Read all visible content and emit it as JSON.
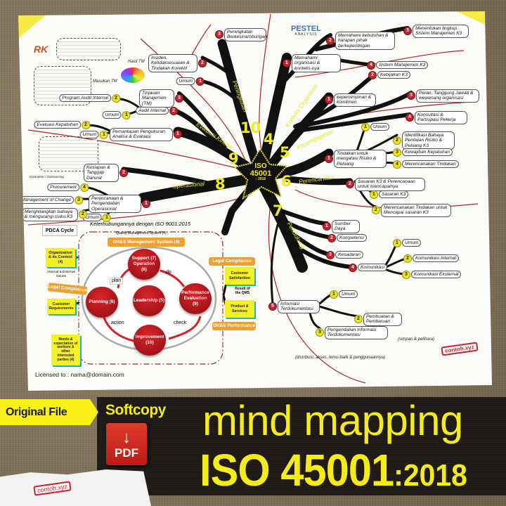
{
  "logo": "RK",
  "pestel": {
    "title": "PESTEL",
    "subtitle": "ANALYSIS"
  },
  "center": {
    "line1": "ISO",
    "line2": "45001",
    "line3": ": 2018"
  },
  "clauses": [
    {
      "num": "4",
      "label": "Konteks Organisasi"
    },
    {
      "num": "5",
      "label": "Kepemimpinan"
    },
    {
      "num": "6",
      "label": "Perencanaan"
    },
    {
      "num": "7",
      "label": "Pendukung"
    },
    {
      "num": "8",
      "label": "Operasional"
    },
    {
      "num": "9",
      "label": "Evaluasi Kinerja"
    },
    {
      "num": "10",
      "label": "Peningkatan"
    }
  ],
  "nodes": [
    {
      "num": "1",
      "text": "Memahami organisasi & konteks-nya",
      "badge": "red"
    },
    {
      "num": "2",
      "text": "Memahami kebutuhan & harapan pihak berkepentingan",
      "badge": "red"
    },
    {
      "num": "3",
      "text": "Menentukan lingkup Sistem Manajemen K3",
      "badge": "red"
    },
    {
      "num": "4",
      "text": "Sistem Manajemen K3",
      "badge": "red"
    },
    {
      "num": "1",
      "text": "kepemimpinan & komitmen",
      "badge": "red"
    },
    {
      "num": "2",
      "text": "Kebijakan K3",
      "badge": "red"
    },
    {
      "num": "3",
      "text": "Peran, Tanggung Jawab & wewenang organisasi",
      "badge": "red"
    },
    {
      "num": "4",
      "text": "Konsultasi & Partisipasi Pekerja",
      "badge": "red"
    },
    {
      "num": "1",
      "text": "Tindakan untuk mengatasi Risiko & Peluang",
      "badge": "red"
    },
    {
      "num": "1",
      "text": "Umum",
      "badge": "yellow"
    },
    {
      "num": "2",
      "text": "Identifikasi Bahaya Penilaian Risiko & Peluang K3",
      "badge": "yellow"
    },
    {
      "num": "3",
      "text": "Kewajiban Kepatuhan",
      "badge": "yellow"
    },
    {
      "num": "4",
      "text": "Merencanakan Tindakan",
      "badge": "yellow"
    },
    {
      "num": "2",
      "text": "Sasaran K3 & Perencanaan untuk mencapainya",
      "badge": "red"
    },
    {
      "num": "1",
      "text": "Sasaran K3",
      "badge": "yellow"
    },
    {
      "num": "2",
      "text": "Merencanakan Tindakan untuk Mencapai sasaran K3",
      "badge": "yellow"
    },
    {
      "num": "1",
      "text": "Sumber Daya",
      "badge": "red"
    },
    {
      "num": "2",
      "text": "Kompetensi",
      "badge": "red"
    },
    {
      "num": "3",
      "text": "Kesadaran",
      "badge": "red"
    },
    {
      "num": "4",
      "text": "Komunikasi",
      "badge": "red"
    },
    {
      "num": "1",
      "text": "Umum",
      "badge": "yellow"
    },
    {
      "num": "2",
      "text": "Komunikasi Internal",
      "badge": "yellow"
    },
    {
      "num": "3",
      "text": "Komunikasi Eksternal",
      "badge": "yellow"
    },
    {
      "num": "5",
      "text": "Informasi Terdokumentasi",
      "badge": "red"
    },
    {
      "num": "1",
      "text": "Umum",
      "badge": "yellow"
    },
    {
      "num": "2",
      "text": "Pembuatan & Pembaruan",
      "badge": "yellow"
    },
    {
      "num": "3",
      "text": "Pengendalian Informasi Terdokumentasi",
      "badge": "yellow"
    },
    {
      "num": "1",
      "text": "Umum",
      "badge": "red"
    },
    {
      "num": "2",
      "text": "Insiden, Ketidaksesuaian & Tindakan Korektif",
      "badge": "red"
    },
    {
      "num": "3",
      "text": "Peningkatan Berkesinambungan",
      "badge": "red"
    },
    {
      "num": "1",
      "text": "Pemantauan Pengukuran, Analisa & Evaluasi",
      "badge": "red"
    },
    {
      "num": "1",
      "text": "Umum",
      "badge": "yellow"
    },
    {
      "num": "2",
      "text": "Evaluasi Kepatuhan",
      "badge": "yellow"
    },
    {
      "num": "2",
      "text": "Audit Internal",
      "badge": "red"
    },
    {
      "num": "1",
      "text": "Umum",
      "badge": "yellow"
    },
    {
      "num": "2",
      "text": "Program Audit Internal",
      "badge": "yellow"
    },
    {
      "num": "3",
      "text": "Tinjauan Manajemen (TM)",
      "badge": "red"
    },
    {
      "num": "1",
      "text": "Perencanaan & Pengendalian Operasional",
      "badge": "red"
    },
    {
      "num": "1",
      "text": "Umum",
      "badge": "yellow"
    },
    {
      "num": "2",
      "text": "Menghilangkan bahaya & mengurangi risiko K3",
      "badge": "yellow"
    },
    {
      "num": "3",
      "text": "Management of Change",
      "badge": "yellow"
    },
    {
      "num": "4",
      "text": "Procurement",
      "badge": "yellow"
    },
    {
      "num": "2",
      "text": "Kesiapan & Tanggap Darurat",
      "badge": "red"
    }
  ],
  "labels": {
    "hasil_tm": "Hasil TM",
    "masukan_tm": "Masukan TM",
    "kontraktor": "Kontraktor / Outsourcing",
    "simpan": "(simpan & pelihara)",
    "distribusi": "(distribusi, akses, temu-balik & penggunaannya)"
  },
  "pdca": {
    "title": "PDCA Cycle",
    "relation": "Keterhubungannya dengan ISO 9001:2015",
    "qms": "Quality Management System (4)",
    "ohs_ms": "OH&S Management System (4)",
    "support": "Support (7) Operation (8)",
    "planning": "Planning (6)",
    "leadership": "Leadership (5)",
    "performance": "Performance Evaluation (9)",
    "improvement": "Improvement (10)",
    "plan": "plan",
    "do": "do",
    "check": "check",
    "action": "action",
    "org_context": "Organization & its Context (4)",
    "issues": "Internal & External Issues",
    "legal_left": "Legal Compliance",
    "customer_req": "Customer Requirements",
    "needs": "Needs & expectation of workers & other interested parties (4)",
    "legal_right": "Legal Compliance",
    "customer_sat": "Customer Satisfaction",
    "result_qms": "Result of the QMS",
    "product": "Product & Services",
    "ohs_perf": "OH&S Performance"
  },
  "license": "Licensed to : nama@domain.com",
  "map_stamp": "contoh.xyz",
  "banner": {
    "tag": "Original File",
    "softcopy": "Softcopy",
    "pdf_label": "PDF",
    "title_line1": "mind mapping",
    "title_line2_main": "ISO 45001",
    "title_line2_year": ":2018",
    "stamp": "contoh.xyz"
  },
  "colors": {
    "accent_yellow": "#f4ec18",
    "badge_red": "#c4232b",
    "badge_yellow": "#ece71e",
    "band": "#1e1915"
  }
}
